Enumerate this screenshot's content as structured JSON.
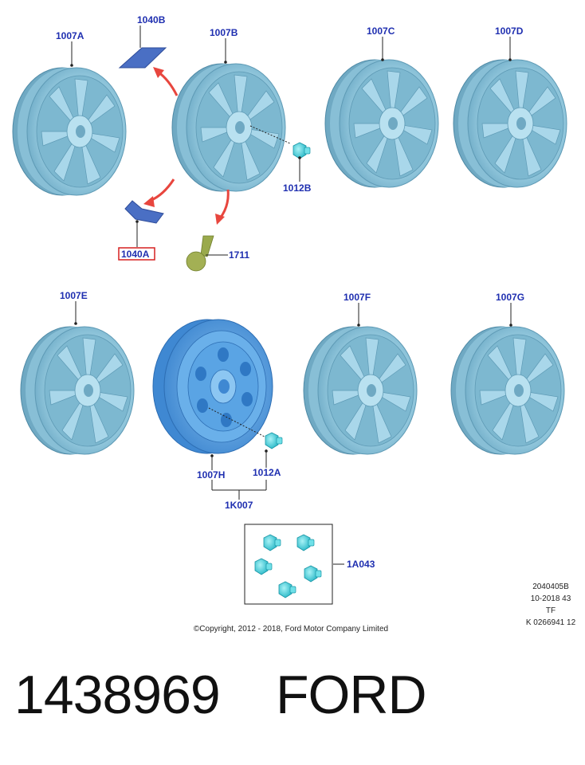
{
  "callouts": {
    "w1007a": "1007A",
    "w1007b": "1007B",
    "w1007c": "1007C",
    "w1007d": "1007D",
    "w1007e": "1007E",
    "w1007f": "1007F",
    "w1007g": "1007G",
    "w1007h": "1007H",
    "p1040b": "1040B",
    "p1040a": "1040A",
    "p1012b": "1012B",
    "p1711": "1711",
    "p1012a": "1012A",
    "k1k007": "1K007",
    "a1a043": "1A043"
  },
  "drawing_info": {
    "line1": "2040405B",
    "line2": "10-2018 43",
    "line3": "TF",
    "line4": "K 0266941 12"
  },
  "copyright": "©Copyright, 2012 - 2018, Ford Motor Company Limited",
  "part_number": "1438969",
  "brand": "FORD",
  "colors": {
    "wheel": "#9ccfe4",
    "steel_wheel": "#5aa4e4",
    "callout_text": "#1f2fb0",
    "arrow": "#e8463e",
    "nut": "#33ccd6",
    "highlight_box": "#d62020"
  }
}
